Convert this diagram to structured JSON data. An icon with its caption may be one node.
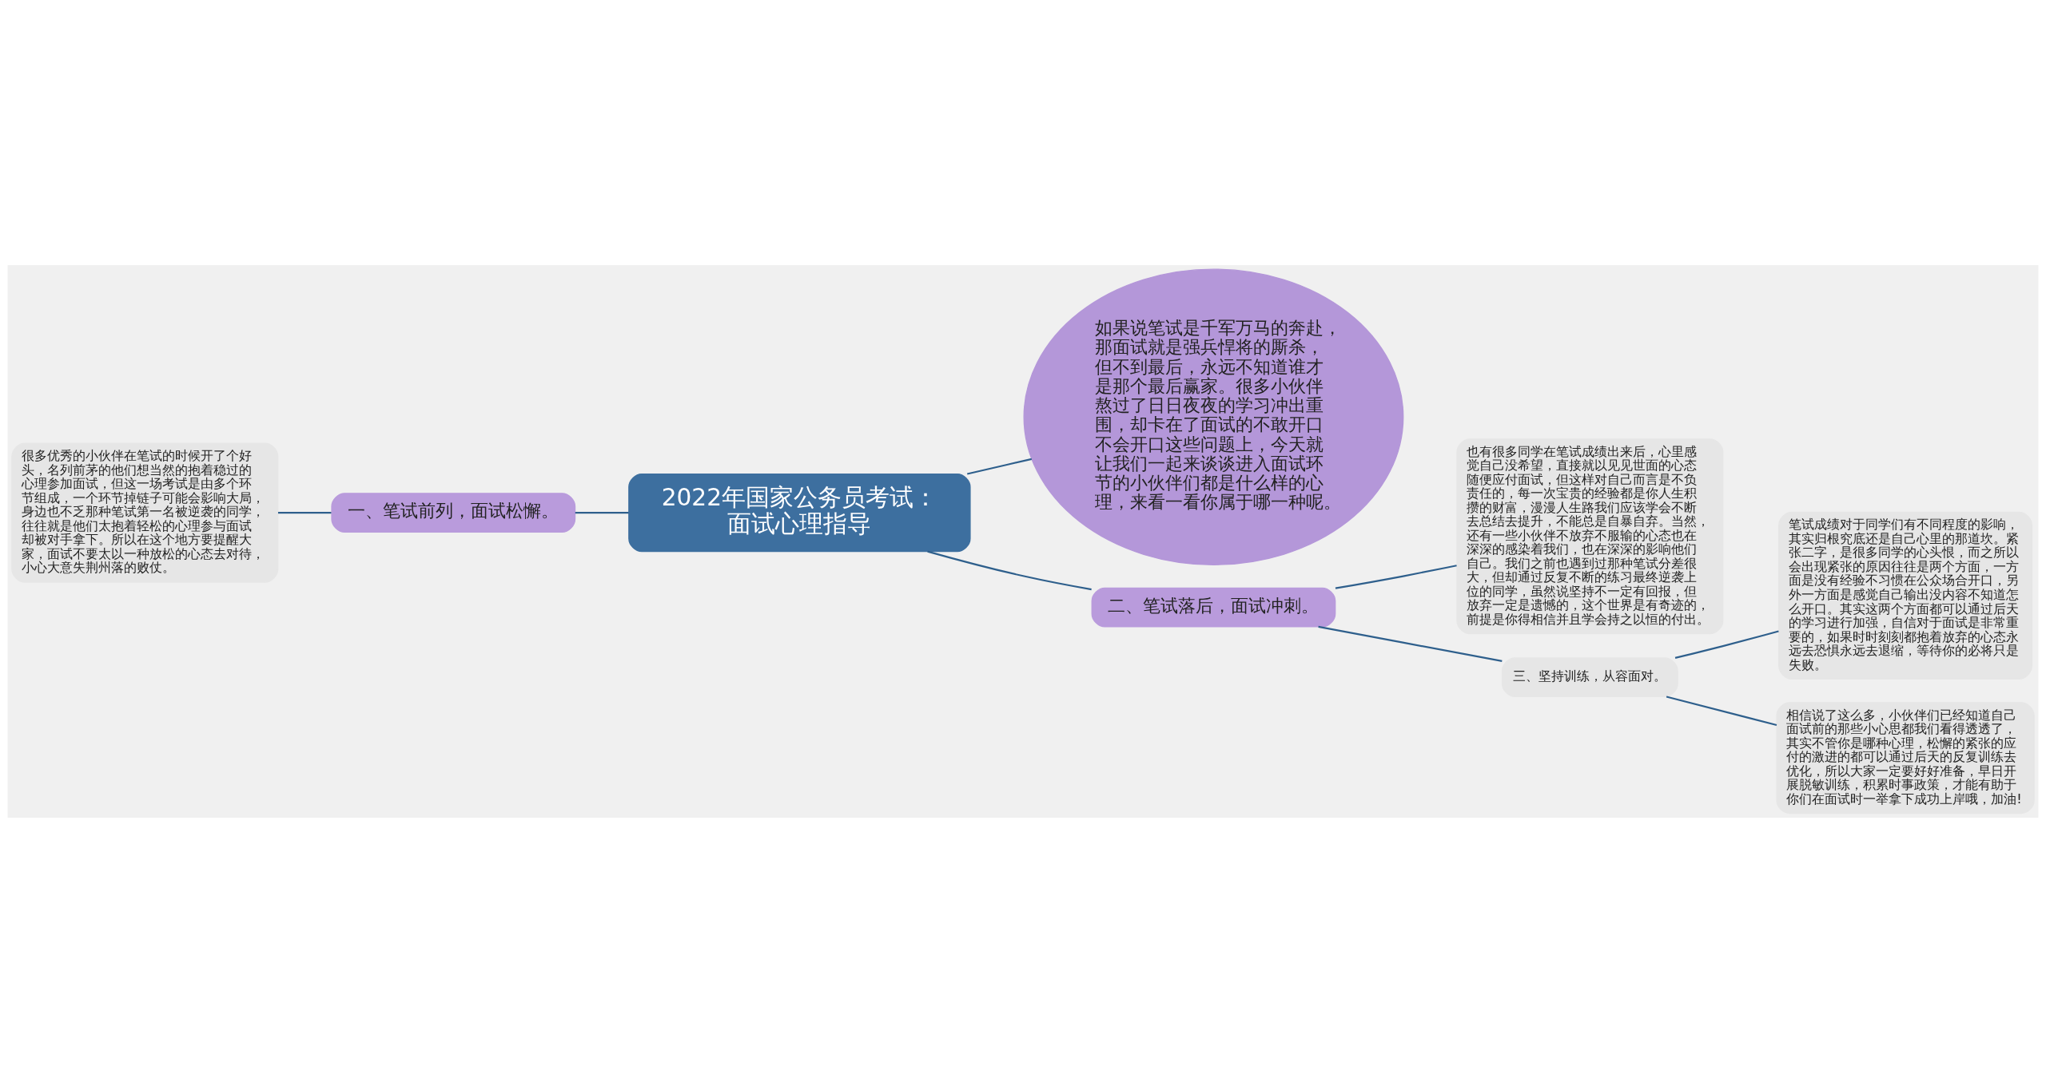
{
  "diagram": {
    "nodes": [
      {
        "text": [
          "2022年国家公务员考试：面试心理指导"
        ]
      },
      {
        "text": [
          "如果说笔试是千军万马的奔赴，那面试就是强兵悍将的厮杀，但不到最后，永远不知道谁才是那个最后赢家。很多小伙伴熬过了日日夜夜的学习冲出重围，却卡在了面试的不敢开口不会开口这些问题上，今天就让我们一起来谈谈进入面试环节的小伙伴们都是什么样的心理，来看一看你属于哪一种呢。"
        ]
      },
      {
        "text": [
          "一、笔试前列，面试松懈。"
        ]
      },
      {
        "text": [
          "很多优秀的小伙伴在笔试的时候开了个好头，名列前茅的他们想当然的抱着稳过的心理参加面试，但这一场考试是由多个环节组成，一个环节掉链子可能会影响大局，身边也不乏那种笔试第一名被逆袭的同学，往往就是他们太抱着轻松的心理参与面试却被对手拿下。所以在这个地方要提醒大家，面试不要太以一种放松的心态去对待，小心大意失荆州落的败仗。"
        ]
      },
      {
        "text": [
          "二、笔试落后，面试冲刺。"
        ]
      },
      {
        "text": [
          "也有很多同学在笔试成绩出来后，心里感觉自己没希望，直接就以见见世面的心态随便应付面试，但这样对自己而言是不负责任的，每一次宝贵的经验都是你人生积攒的财富，漫漫人生路我们应该学会不断去总结去提升，不能总是自暴自弃。当然，还有一些小伙伴不放弃不服输的心态也在深深的感染着我们，也在深深的影响他们自己。我们之前也遇到过那种笔试分差很大，但却通过反复不断的练习最终逆袭上位的同学，虽然说坚持不一定有回报，但放弃一定是遗憾的，这个世界是有奇迹的，前提是你得相信并且学会持之以恒的付出。"
        ]
      },
      {
        "text": [
          "三、坚持训练，从容面对。"
        ]
      },
      {
        "text": [
          "笔试成绩对于同学们有不同程度的影响，其实归根究底还是自己心里的那道坎。紧张二字，是很多同学的心头恨，而之所以会出现紧张的原因往往是两个方面，一方面是没有经验不习惯在公众场合开口，另外一方面是感觉自己输出没内容不知道怎么开口。其实这两个方面都可以通过后天的学习进行加强，自信对于面试是非常重要的，如果时时刻刻都抱着放弃的心态永远去恐惧永远去退缩，等待你的必将只是失败。"
        ]
      },
      {
        "text": [
          "相信说了这么多，小伙伴们已经知道自己面试前的那些小心思都我们看得透透了，其实不管你是哪种心理，松懈的紧张的应付的激进的都可以通过后天的反复训练去优化，所以大家一定要好好准备，早日开展脱敏训练，积累时事政策，才能有助于你们在面试时一举拿下成功上岸哦，加油!"
        ]
      }
    ],
    "edges": [
      {
        "from": 0,
        "to": 1,
        "arrow": "none"
      },
      {
        "from": 0,
        "to": 2,
        "arrow": "none"
      },
      {
        "from": 2,
        "to": 3,
        "arrow": "none"
      },
      {
        "from": 0,
        "to": 4,
        "arrow": "none"
      },
      {
        "from": 4,
        "to": 5,
        "arrow": "none"
      },
      {
        "from": 4,
        "to": 6,
        "arrow": "none"
      },
      {
        "from": 6,
        "to": 7,
        "arrow": "none"
      },
      {
        "from": 6,
        "to": 8,
        "arrow": "none"
      }
    ]
  }
}
